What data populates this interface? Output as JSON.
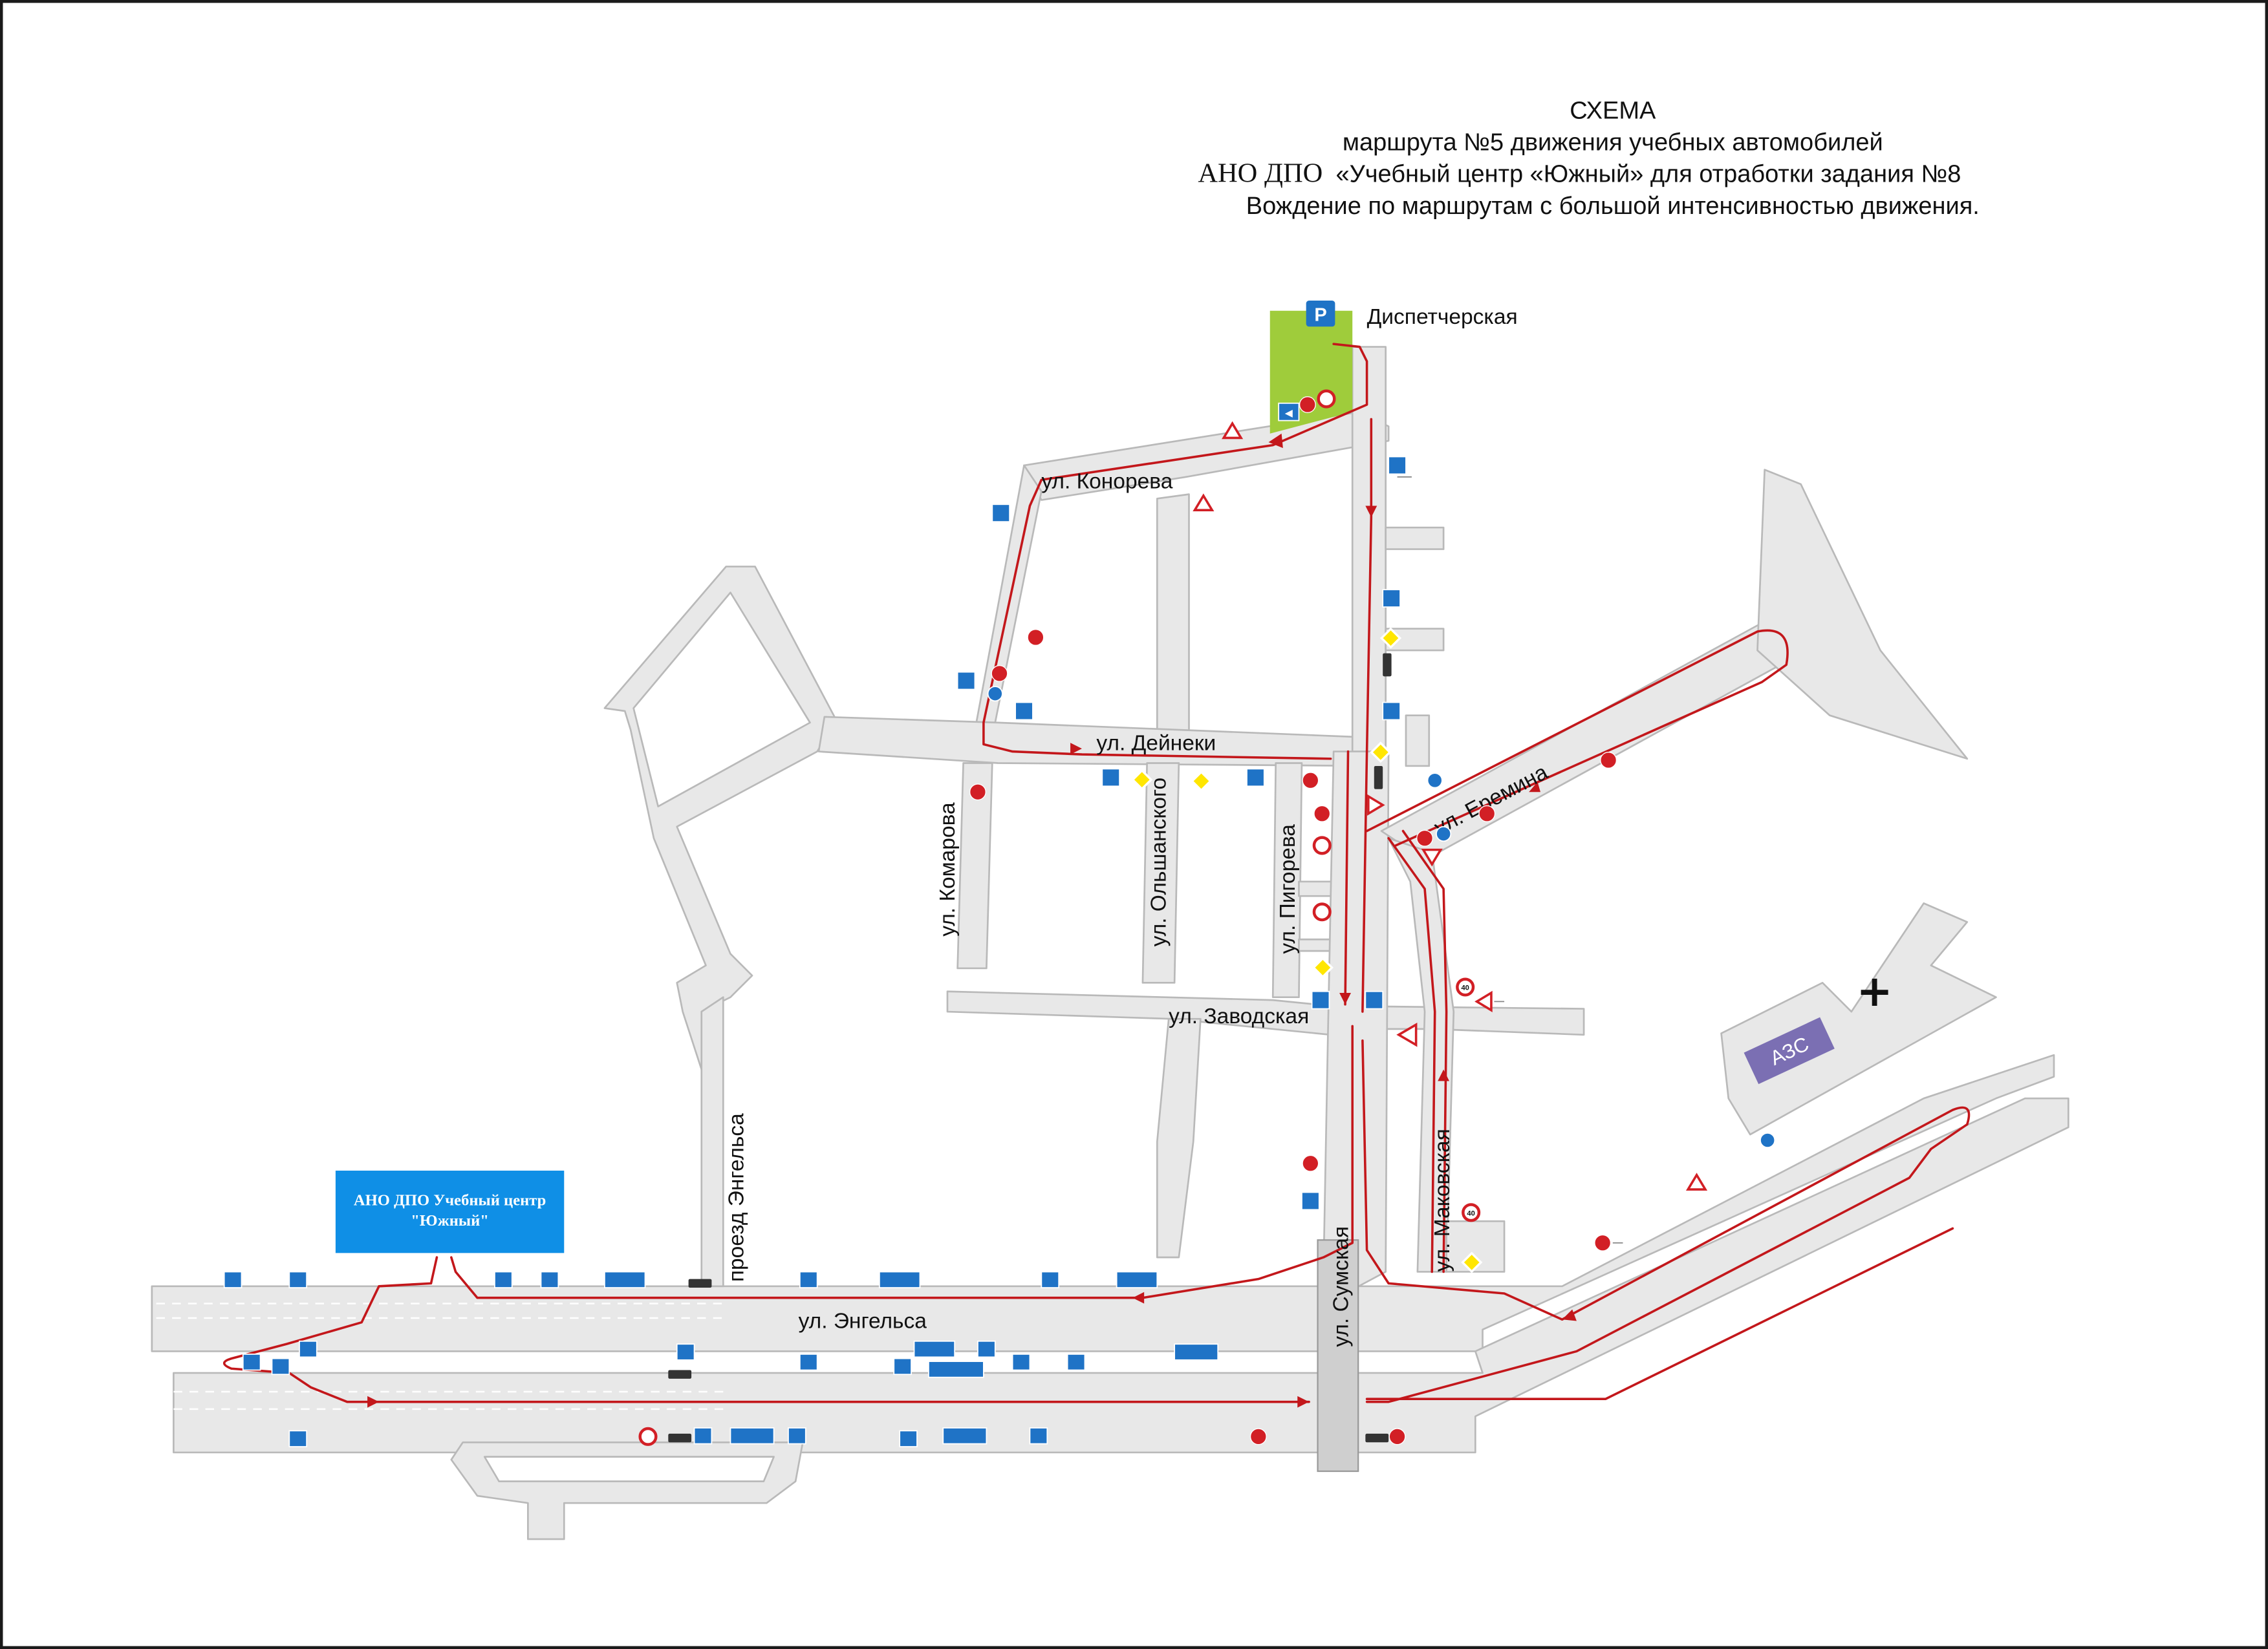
{
  "title": {
    "line1": "СХЕМА",
    "line2": "маршрута №5 движения учебных автомобилей",
    "line3_serif": "АНО ДПО",
    "line3_rest": "«Учебный центр «Южный» для отработки задания №8",
    "line4": "Вождение по маршрутам с большой интенсивностью движения."
  },
  "labels": {
    "dispatch": "Диспетчерская",
    "parking": "P",
    "school_line1": "АНО ДПО Учебный центр",
    "school_line2": "\"Южный\"",
    "azs": "АЗС",
    "hospital": "+"
  },
  "streets": {
    "konoreva": "ул. Конорева",
    "deineki": "ул. Дейнеки",
    "komarova": "ул. Комарова",
    "olshanskogo": "ул. Ольшанского",
    "pigoreva": "ул. Пигорева",
    "eremina": "ул. Еремина",
    "zavodskaya": "ул. Заводская",
    "proezd_engelsa": "проезд Энгельса",
    "sumskaya": "ул. Сумская",
    "makovskaya": "ул. Маковская",
    "engelsa": "ул. Энгельса"
  },
  "speed_limit": "40",
  "colors": {
    "road": "#e8e8e8",
    "route": "#c3171b",
    "sign_blue": "#1f73c6",
    "parking_green": "#9fcc3b",
    "school_box": "#0f8fe6",
    "azs_box": "#7b6fb3"
  }
}
